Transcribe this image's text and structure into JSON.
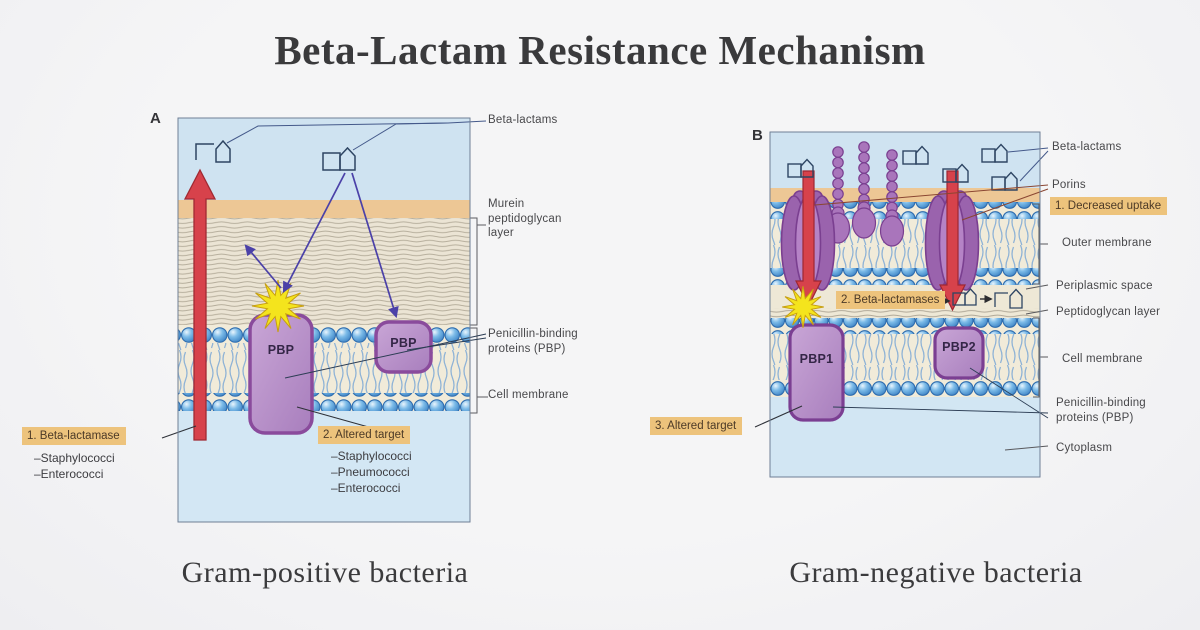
{
  "title": "Beta-Lactam Resistance Mechanism",
  "panels": {
    "gram_positive": {
      "letter": "A",
      "caption": "Gram-positive bacteria",
      "labels": {
        "beta_lactams": "Beta-lactams",
        "murein": "Murein\npeptidoglycan\nlayer",
        "pbp": "Penicillin-binding\nproteins (PBP)",
        "cell_membrane": "Cell membrane"
      },
      "pbp_large_label": "PBP",
      "pbp_small_label": "PBP",
      "notes": [
        {
          "title": "1. Beta-lactamase",
          "items": [
            "–Staphylococci",
            "–Enterococci"
          ]
        },
        {
          "title": "2. Altered target",
          "items": [
            "–Staphylococci",
            "–Pneumococci",
            "–Enterococci"
          ]
        }
      ]
    },
    "gram_negative": {
      "letter": "B",
      "caption": "Gram-negative bacteria",
      "labels": {
        "beta_lactams": "Beta-lactams",
        "porins": "Porins",
        "outer_membrane": "Outer membrane",
        "periplasmic_space": "Periplasmic space",
        "peptidoglycan_layer": "Peptidoglycan layer",
        "cell_membrane": "Cell membrane",
        "pbp": "Penicillin-binding\nproteins (PBP)",
        "cytoplasm": "Cytoplasm"
      },
      "pbp1_label": "PBP1",
      "pbp2_label": "PBP2",
      "highlights": {
        "decreased_uptake": "1. Decreased uptake",
        "beta_lactamases": "2. Beta-lactamases",
        "altered_target": "3. Altered target"
      }
    }
  },
  "colors": {
    "highlight_bg": "#edc37c",
    "arrow_red": "#d7424b",
    "protein_purple": "#ab80c0",
    "starburst_yellow": "#f4e41d",
    "membrane_blue": "#5ba9de",
    "beta_lactam_arrow_blue": "#4b41a8"
  }
}
